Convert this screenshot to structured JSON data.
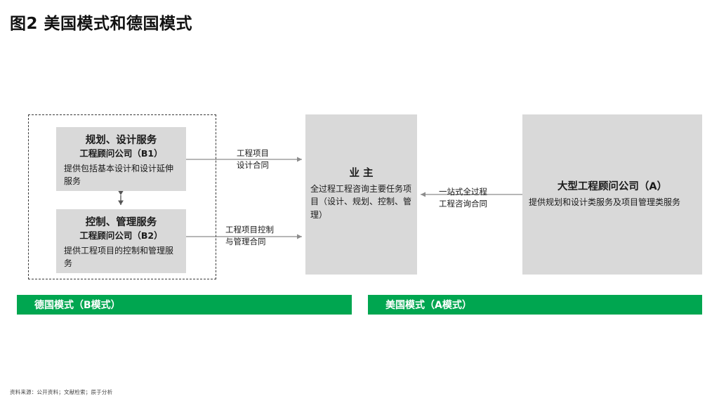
{
  "figure": {
    "title": "图2 美国模式和德国模式",
    "source_note": "资料来源：公开资料；文献检索；辰于分析"
  },
  "colors": {
    "accent_green": "#00a650",
    "node_fill": "#d9d9d9",
    "connector": "#8c8c8c",
    "dashed_border": "#3a3a3a"
  },
  "nodes": {
    "b1": {
      "title": "规划、设计服务",
      "subtitle": "工程顾问公司（B1）",
      "desc": "提供包括基本设计和设计延伸服务"
    },
    "b2": {
      "title": "控制、管理服务",
      "subtitle": "工程顾问公司（B2）",
      "desc": "提供工程项目的控制和管理服务"
    },
    "owner": {
      "title": "业 主",
      "desc": "全过程工程咨询主要任务项目（设计、规划、控制、管理）"
    },
    "big_consultant": {
      "title": "大型工程顾问公司（A）",
      "desc": "提供规划和设计类服务及项目管理类服务"
    }
  },
  "edges": {
    "design_contract": {
      "line1": "工程项目",
      "line2": "设计合同",
      "direction": "right"
    },
    "control_contract": {
      "line1": "工程项目控制",
      "line2": "与管理合同",
      "direction": "right"
    },
    "onestop_contract": {
      "line1": "一站式全过程",
      "line2": "工程咨询合同",
      "direction": "left"
    },
    "b1_b2_link": {
      "direction": "both"
    }
  },
  "legend": {
    "german": "德国模式（B模式）",
    "america": "美国模式（A模式）"
  }
}
